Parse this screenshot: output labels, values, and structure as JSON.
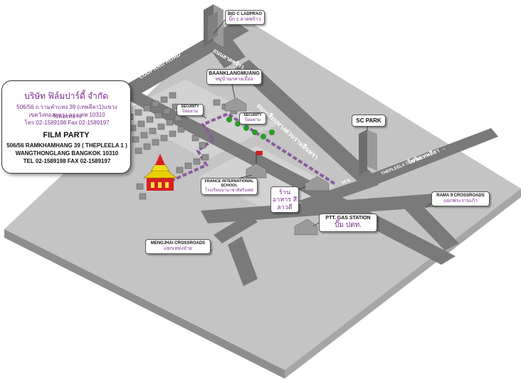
{
  "colors": {
    "background": "#ffffff",
    "block": "#c4c4c4",
    "road": "#7a7a7a",
    "route": "#8a5a9c",
    "thai_text": "#7a2c8c",
    "destination_roof": "#e8d000",
    "destination_wall": "#d82020"
  },
  "company": {
    "name_th": "บริษัท ฟิล์มปาร์ตี้ จำกัด",
    "address_th_1": "506/56 ถ.รามคำแหง 39 (เทพลีลา1)แขวงวังทองหลาง",
    "address_th_2": "เขตวังทองหลาง กรุงเทพ 10310",
    "phone_th": "โทร 02-1589198 Fax 02-1589197",
    "name_en": "FILM PARTY",
    "address_en_1": "506/56 RAMKHAMHANG 39 ( THEPLEELA 1 )",
    "address_en_2": "WANGTHONGLANG BANGKOK 10310",
    "phone_en": "TEL 02-1589198 FAX 02-1589197"
  },
  "landmarks": {
    "big_c": {
      "en": "BIG C LADPRAO",
      "th": "บิ๊ก c ลาดพร้าว"
    },
    "baanklangmuang": {
      "en": "BAANKLANGMUANG",
      "th": "หมู่บ้านกลางเมือง"
    },
    "security_1": {
      "en": "SECURITY",
      "th": "ป้อมยาม"
    },
    "security_2": {
      "en": "SECURITY",
      "th": "ป้อมยาม"
    },
    "sc_park": {
      "en": "SC PARK"
    },
    "france_school": {
      "en": "FRANCE INTERNATIONAL SCHOOL",
      "th": "โรงเรียนนานาชาติฝรั่งเศส"
    },
    "restaurant": {
      "th": "ร้านอาหาร สีลาวดี"
    },
    "ptt": {
      "en": "PTT. GAS STATION",
      "th": "ปั๊ม ปตท."
    },
    "rama9": {
      "en": "RAMA 9 CROSSROADS",
      "th": "แยกพระรามเก้า"
    },
    "mengjhai": {
      "en": "MENGJHAI CROSSROADS",
      "th": "แยกเหม่งจ๋าย"
    }
  },
  "roads": {
    "lodprao": "LODPRAO ROAD",
    "ladprao_th": "ถนนลาดพร้าว",
    "pradit_th": "ถนนเลียบทางด่วนรามอินทรา",
    "theplee_en": "THEPLEELA TEMPLE",
    "theplee_th": "ไปวัดเทพลีลา",
    "alley": "55 ซ."
  },
  "icons": {
    "destination": "temple-building-icon",
    "tower": "office-tower-icon",
    "trees": "tree-icon",
    "houses": "house-icon",
    "arrow": "arrow-right-icon"
  }
}
